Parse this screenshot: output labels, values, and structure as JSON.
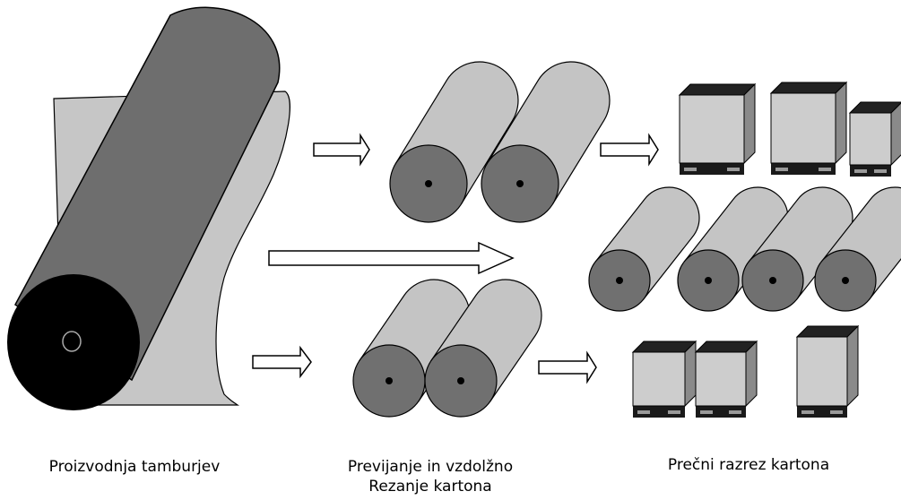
{
  "captions": {
    "stage1": "Proizvodnja tamburjev",
    "stage2_line1": "Previjanje in vzdolžno",
    "stage2_line2": "Rezanje kartona",
    "stage3": "Prečni razrez kartona"
  },
  "colors": {
    "tambour_body": "#6e6e6e",
    "tambour_end": "#000000",
    "stand": "#c6c6c6",
    "roll_body": "#c4c4c4",
    "roll_end": "#707070",
    "box_front": "#cdcdcd",
    "box_top": "#222222",
    "box_side": "#8a8a8a",
    "pallet": "#1a1a1a",
    "arrow_fill": "#ffffff",
    "stroke": "#000000"
  },
  "icons": {
    "tambour": "large-paper-roll-icon",
    "roll": "paper-roll-icon",
    "box": "palletized-box-icon",
    "arrow": "right-arrow-icon"
  }
}
